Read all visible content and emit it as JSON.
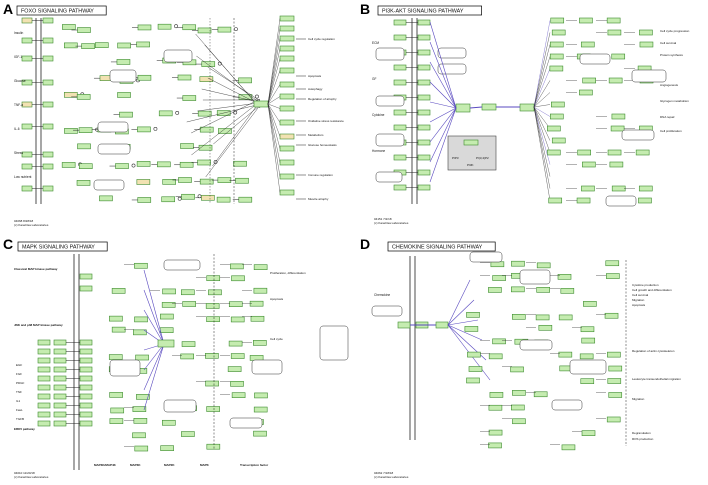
{
  "panels": [
    {
      "letter": "A",
      "title": "FOXO SIGNALING PATHWAY",
      "footer": "04068 8/28/18\n(c) Kanehisa Laboratories",
      "outputs": [
        "Cell cycle regulation",
        "Apoptosis",
        "Autophagy",
        "Regulation of atrophy",
        "Oxidative stress resistance",
        "Metabolism",
        "Glucose homeostasis",
        "Immune regulation",
        "Muscle atrophy"
      ],
      "input_labels": [
        "Insulin",
        "IGF-1",
        "Glucose",
        "TNF-a",
        "IL-6",
        "Stress",
        "Low nutrient"
      ]
    },
    {
      "letter": "B",
      "title": "PI3K-AKT SIGNALING PATHWAY",
      "footer": "04151 7/2/18\n(c) Kanehisa Laboratories",
      "outputs": [
        "Cell cycle progression",
        "Cell survival",
        "Protein synthesis",
        "Angiogenesis",
        "Glycogen metabolism",
        "DNA repair",
        "Cell proliferation"
      ],
      "inset": [
        "PI3K",
        "PIP3",
        "PI(3,4)P2"
      ],
      "input_labels": [
        "ECM",
        "GF",
        "Cytokine",
        "Hormone"
      ]
    },
    {
      "letter": "C",
      "title": "MAPK SIGNALING PATHWAY",
      "footer": "04010 11/20/18\n(c) Kanehisa Laboratories",
      "section_labels": [
        "Classical MAP kinase pathway",
        "JNK and p38 MAP kinase pathway",
        "ERK5 pathway"
      ],
      "bottom_labels": [
        "MAP3K/MAP4K",
        "MAP3K",
        "MAP2K",
        "MAPK",
        "Transcription factor"
      ],
      "outputs": [
        "Proliferation, differentiation",
        "Apoptosis",
        "Cell cycle"
      ],
      "input_labels": [
        "EGF",
        "FGF",
        "PDGF",
        "TNF",
        "IL1",
        "FasL",
        "TGFB"
      ]
    },
    {
      "letter": "D",
      "title": "CHEMOKINE SIGNALING PATHWAY",
      "footer": "04062 7/18/18\n(c) Kanehisa Laboratories",
      "outputs": [
        "Cytokine production",
        "Cell growth and differentiation",
        "Cell survival",
        "Migration",
        "Apoptosis",
        "Regulation of actin cytoskeleton",
        "Leukocyte transendothelial migration",
        "Migration",
        "Degranulation",
        "ROS production"
      ],
      "input_labels": [
        "Chemokine"
      ]
    }
  ],
  "colors": {
    "gene_fill": "#c5ecb0",
    "gene_stroke": "#3d8b2e",
    "highlight_fill": "#f2e2b2",
    "compound": "#ffffff",
    "line": "#222222",
    "emph": "#5a4ac0",
    "inset_fill": "#d9d9d9"
  }
}
